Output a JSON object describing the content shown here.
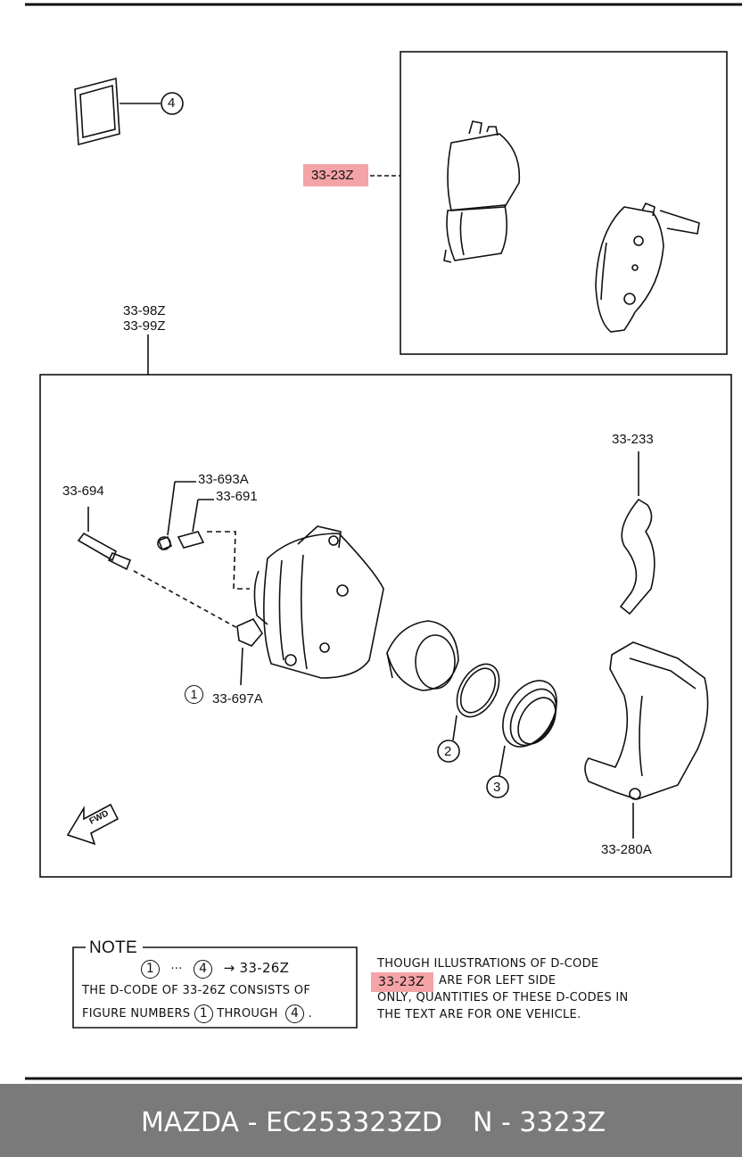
{
  "labels": {
    "pad_kit": "33-23Z",
    "caliper_assy_1": "33-98Z",
    "caliper_assy_2": "33-99Z",
    "shim": "33-233",
    "cap": "33-693A",
    "bleeder": "33-691",
    "guide_pin": "33-694",
    "boot": "33-697A",
    "bracket": "33-280A",
    "boot_num": "1",
    "item2": "2",
    "item3": "3",
    "item4": "4",
    "fwd": "FWD"
  },
  "note": {
    "title": "NOTE",
    "line1_a": "1",
    "line1_dots": "···",
    "line1_b": "4",
    "line1_arrow": "→ 33-26Z",
    "line2": "THE D-CODE OF  33-26Z  CONSISTS OF",
    "line3_a": "FIGURE NUMBERS",
    "line3_b": "1",
    "line3_c": "THROUGH",
    "line3_d": "4",
    "line3_e": "."
  },
  "right_note": {
    "line1": "THOUGH  ILLUSTRATIONS  OF  D-CODE",
    "code": "33-23Z",
    "line2": "ARE  FOR  LEFT  SIDE",
    "line3": "ONLY,  QUANTITIES  OF  THESE  D-CODES  IN",
    "line4": "THE  TEXT  ARE  FOR  ONE  VEHICLE."
  },
  "footer": {
    "part": "MAZDA - EC253323ZD",
    "code": "N - 3323Z"
  },
  "colors": {
    "highlight": "#f4a3a6",
    "footer_bg": "#7a7a7a",
    "line": "#111111"
  }
}
